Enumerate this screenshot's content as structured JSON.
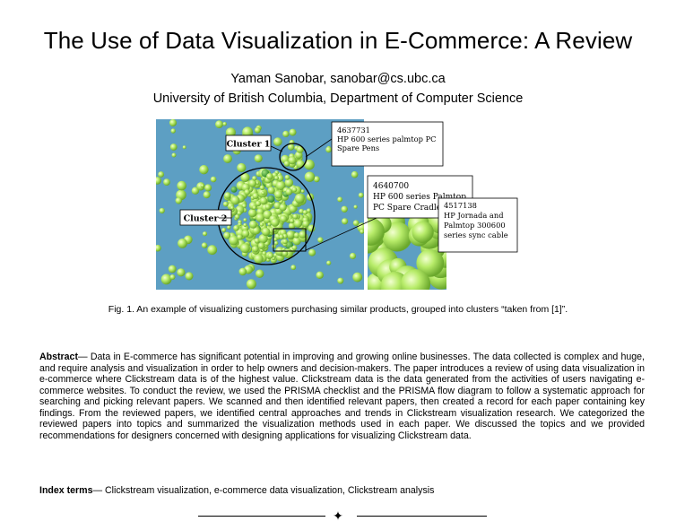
{
  "title": "The Use of Data Visualization in E-Commerce: A Review",
  "authors": "Yaman Sanobar, sanobar@cs.ubc.ca",
  "affiliation": "University of British Columbia, Department of Computer Science",
  "figure": {
    "cluster1_label": "Cluster 1",
    "cluster2_label": "Cluster 2",
    "box1": {
      "line1": "4637731",
      "line2": "HP 600 series palmtop PC",
      "line3": "Spare Pens"
    },
    "box2": {
      "line1": "4640700",
      "line2": "HP 600 series Palmtop",
      "line3": "PC Spare Cradle"
    },
    "box3": {
      "line1": "4517138",
      "line2": "HP Jornada and",
      "line3": "Palmtop 300600",
      "line4": "series sync cable"
    },
    "colors": {
      "background": "#5d9fc3",
      "sphere": "#b8ec6a",
      "sphere_dark": "#7cc23a"
    }
  },
  "caption": "Fig. 1. An example of visualizing customers purchasing similar products, grouped into clusters “taken from [1]”.",
  "abstract": {
    "heading": "Abstract",
    "dash": "— ",
    "text": "Data in E-commerce has significant potential in improving and growing online businesses. The data collected is complex and huge, and require analysis and visualization in order to help owners and decision-makers. The paper introduces a review of using data visualization in e-commerce where Clickstream data is of the highest value. Clickstream data is the data generated from the activities of users navigating e-commerce websites. To conduct the review, we used the PRISMA checklist and the PRISMA flow diagram to follow a systematic approach for searching and picking relevant papers. We scanned and then identified relevant papers, then created a record for each paper containing key findings. From the reviewed papers, we identified central approaches and trends in Clickstream visualization research. We categorized the reviewed papers into topics and summarized the visualization methods used in each paper. We discussed the topics and we provided recommendations for designers concerned with designing applications for visualizing Clickstream data."
  },
  "index_terms": {
    "heading": "Index terms",
    "dash": "— ",
    "text": "Clickstream visualization, e-commerce data visualization, Clickstream analysis"
  },
  "divider_glyph": "✦"
}
